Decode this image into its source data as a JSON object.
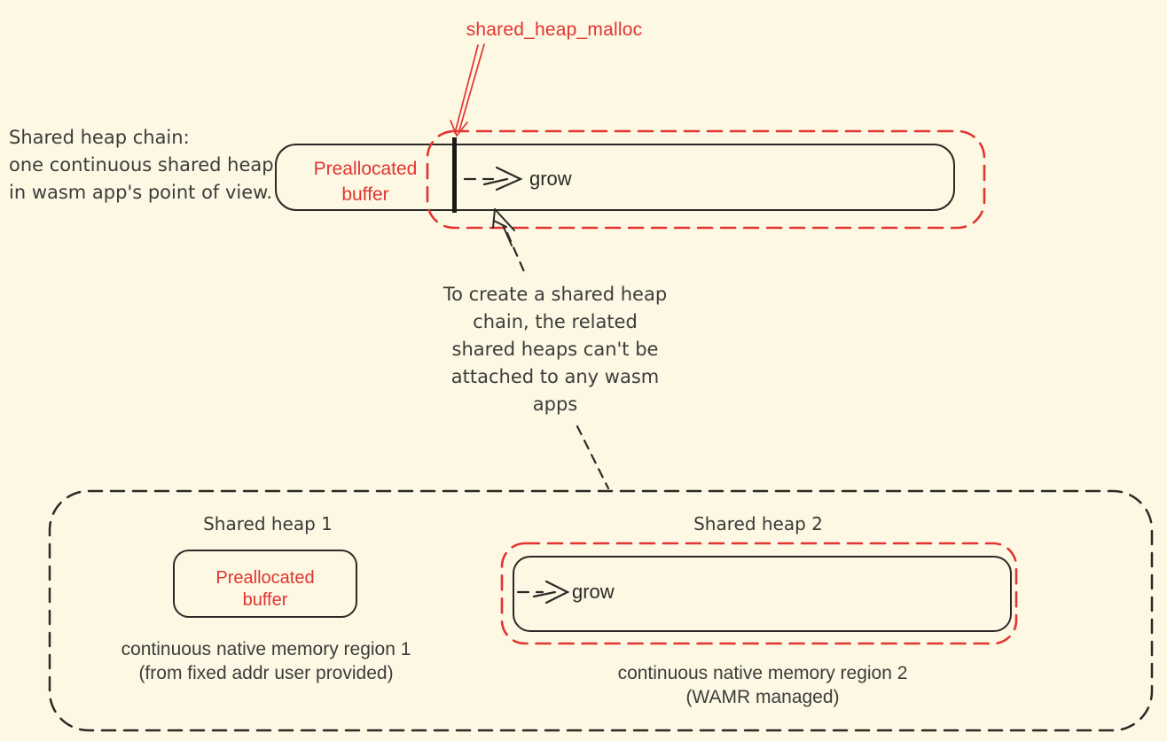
{
  "colors": {
    "background": "#FCF8E3",
    "red": "#E23431",
    "ink": "#2B2A27",
    "text": "#3D3C3A"
  },
  "title": {
    "label": "shared_heap_malloc"
  },
  "intro": {
    "text": "Shared heap chain:\none continuous shared heap\nin wasm app's point of view."
  },
  "chain": {
    "prealloc_label": "Preallocated\nbuffer",
    "grow_label": "grow"
  },
  "note": {
    "text": "To create a shared heap\nchain, the related\nshared heaps can't be\nattached to any wasm\napps"
  },
  "heap1": {
    "title": "Shared heap 1",
    "buffer_label": "Preallocated\nbuffer",
    "caption": "continuous native memory region 1\n(from fixed addr user provided)"
  },
  "heap2": {
    "title": "Shared heap 2",
    "grow_label": "grow",
    "caption": "continuous native memory region 2\n(WAMR managed)"
  }
}
